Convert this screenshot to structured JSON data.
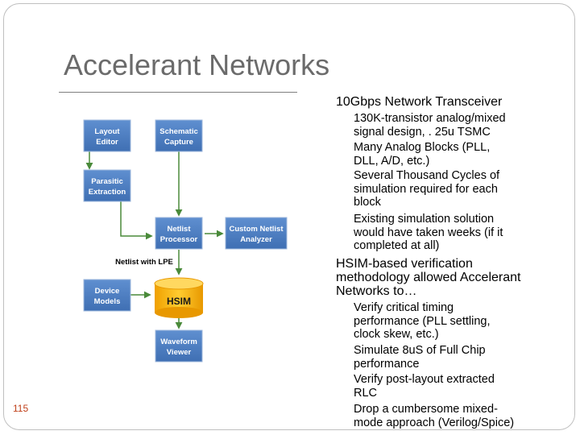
{
  "slide": {
    "title": "Accelerant Networks",
    "number": "115"
  },
  "colors": {
    "box": "#4a7cc0",
    "arrow": "#4a8a3a",
    "hsim": "#ffc010",
    "title": "#6b6b6b",
    "slide_number": "#c0401a"
  },
  "diagram": {
    "layout_editor": [
      "Layout",
      "Editor"
    ],
    "schematic_capture": [
      "Schematic",
      "Capture"
    ],
    "parasitic_extraction": [
      "Parasitic",
      "Extraction"
    ],
    "netlist_processor": [
      "Netlist",
      "Processor"
    ],
    "custom_netlist_analyzer": [
      "Custom Netlist",
      "Analyzer"
    ],
    "netlist_with_lpe": "Netlist with LPE",
    "device_models": [
      "Device",
      "Models"
    ],
    "hsim": "HSIM",
    "waveform_viewer": [
      "Waveform",
      "Viewer"
    ]
  },
  "bullet_marker": "",
  "bullets": [
    {
      "text": "10Gbps Network Transceiver",
      "sub": [
        [
          "130K-transistor analog/mixed",
          "signal design, . 25u TSMC"
        ],
        [
          "Many Analog Blocks (PLL,",
          "DLL, A/D, etc.)"
        ],
        [
          "Several Thousand Cycles of",
          "simulation required for each",
          "block"
        ],
        [
          "Existing simulation solution",
          "would have taken weeks (if it",
          "completed at all)"
        ]
      ]
    },
    {
      "text": [
        "HSIM-based verification",
        "methodology allowed Accelerant",
        "Networks to…"
      ],
      "sub": [
        [
          "Verify critical timing",
          "performance (PLL settling,",
          "clock skew, etc.)"
        ],
        [
          "Simulate 8uS of Full Chip",
          "performance"
        ],
        [
          "Verify post-layout extracted",
          "RLC"
        ],
        [
          "Drop a cumbersome mixed-",
          "mode approach (Verilog/Spice)"
        ]
      ]
    }
  ]
}
